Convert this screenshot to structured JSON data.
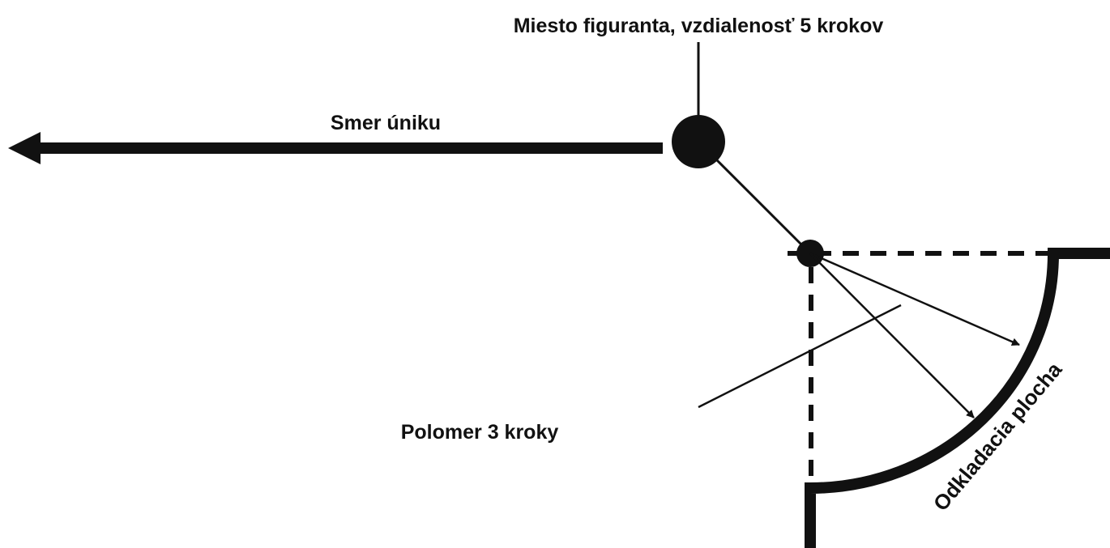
{
  "labels": {
    "decoy_position": "Miesto figuranta, vzdialenosť 5 krokov",
    "escape_direction": "Smer úniku",
    "radius": "Polomer 3 kroky",
    "drop_area": "Odkladacia plocha"
  },
  "colors": {
    "ink": "#111111",
    "background": "#ffffff"
  }
}
